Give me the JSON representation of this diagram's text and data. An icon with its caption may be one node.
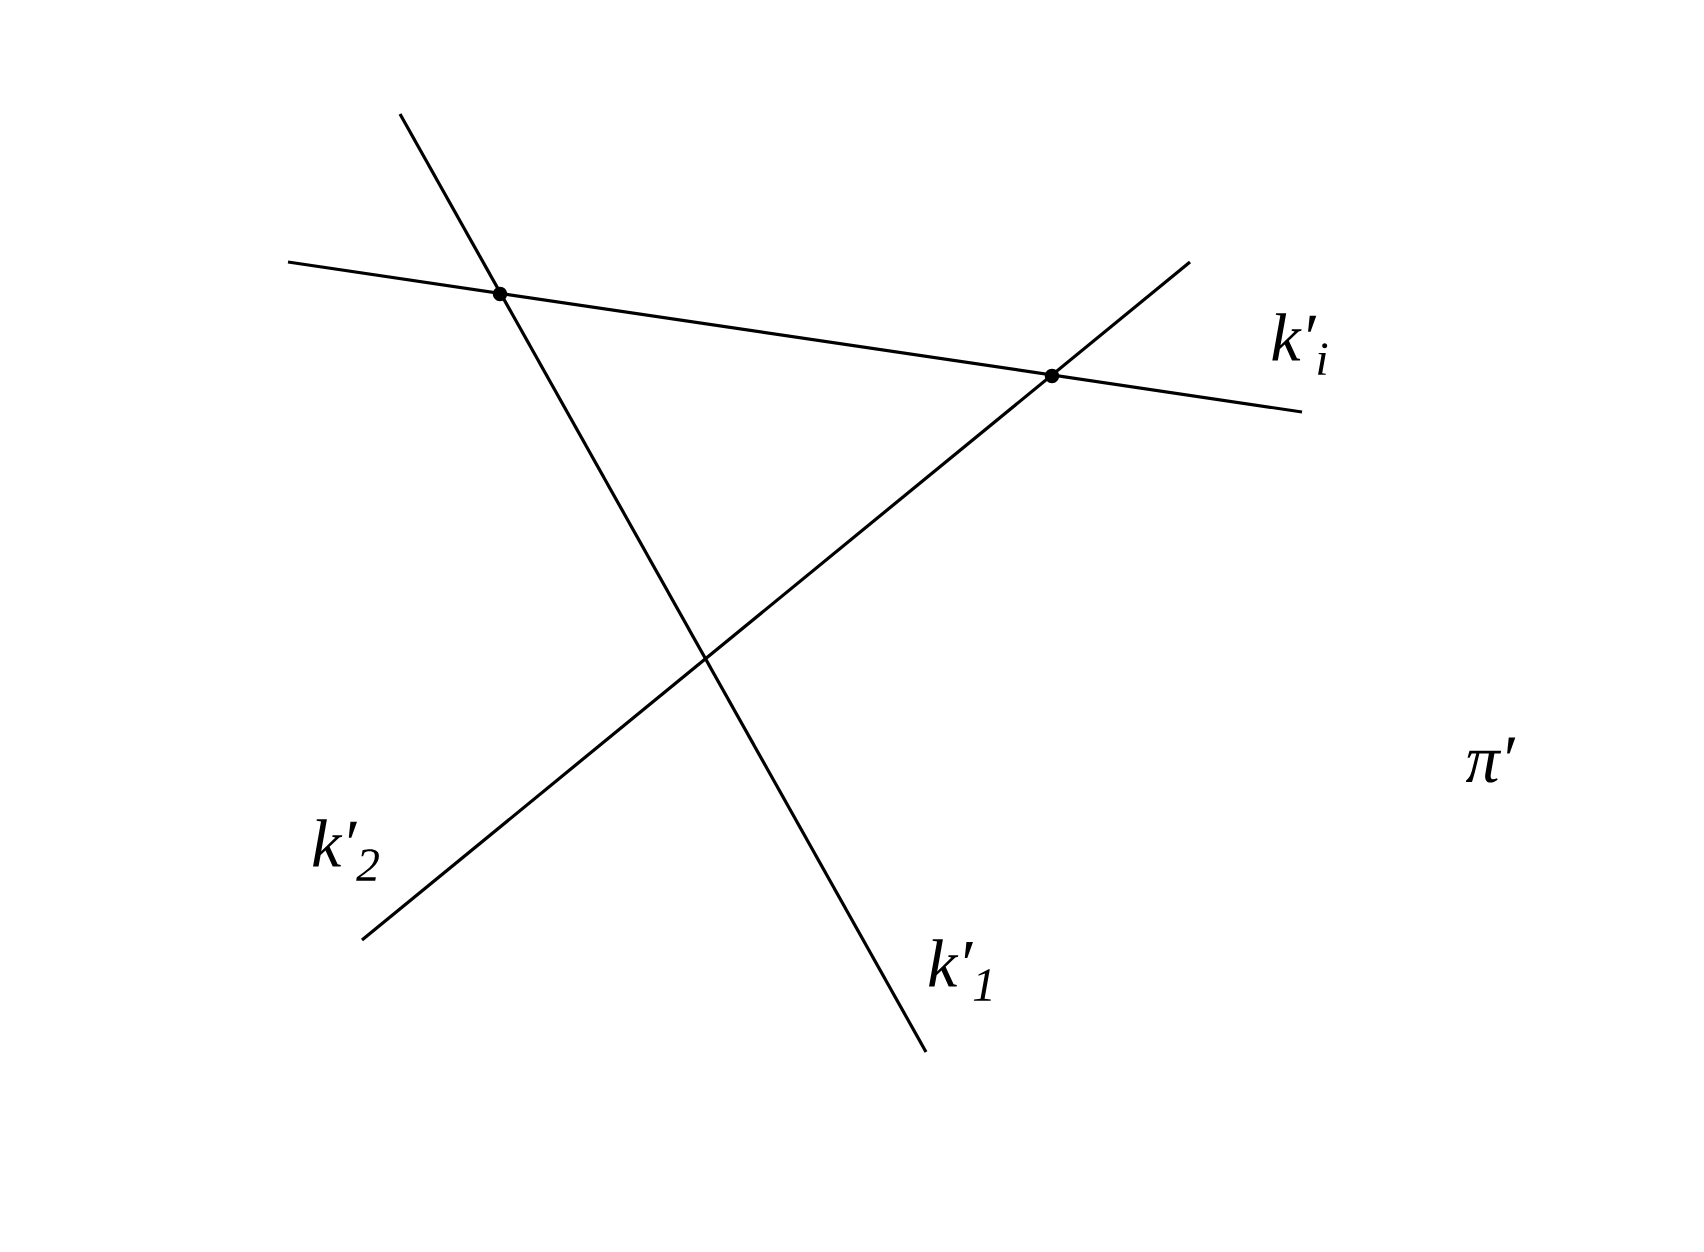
{
  "diagram": {
    "labels": [
      "k′$_{i}$",
      "k′$_{2}$",
      "k′$_{1}$",
      "π′"
    ]
  }
}
